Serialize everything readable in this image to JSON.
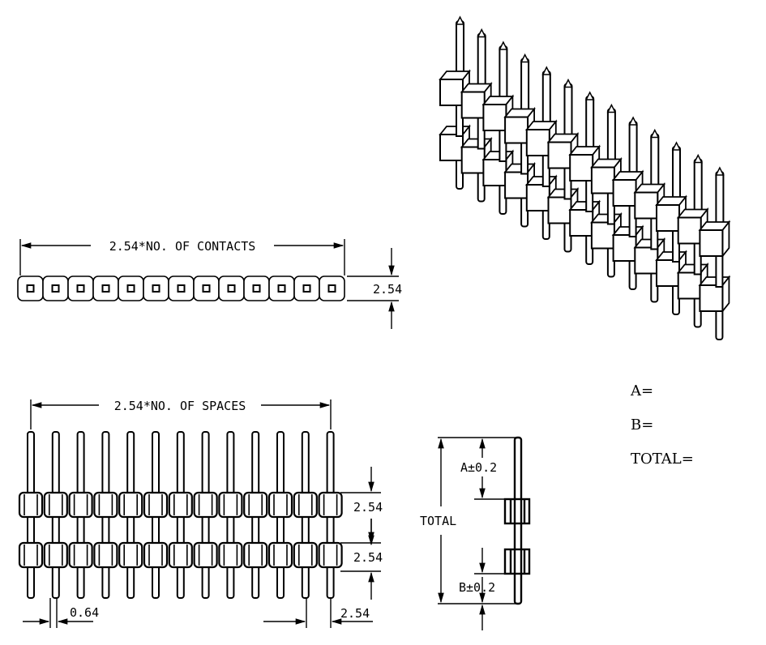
{
  "diagram": {
    "top_view": {
      "dimension_label": "2.54*NO. OF CONTACTS",
      "height_label": "2.54",
      "contacts": 13
    },
    "front_view": {
      "dimension_label": "2.54*NO. OF SPACES",
      "row_pitch_1": "2.54",
      "row_pitch_2": "2.54",
      "pin_width_label": "0.64",
      "pitch_label": "2.54",
      "pins": 13
    },
    "side_view": {
      "a_label": "A±0.2",
      "b_label": "B±0.2",
      "total_label": "TOTAL"
    },
    "spec_fields": {
      "a": "A=",
      "b": "B=",
      "total": "TOTAL="
    },
    "isometric_view": {
      "pins": 13
    }
  }
}
